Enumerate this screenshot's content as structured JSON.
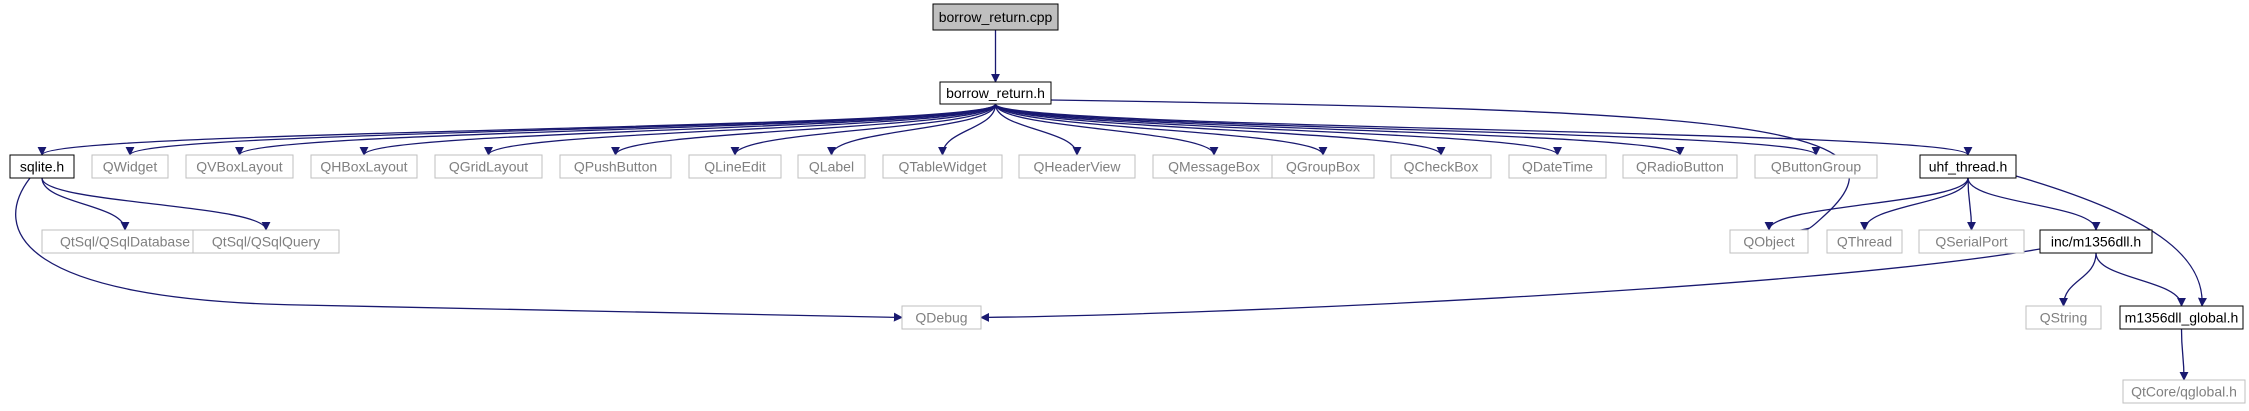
{
  "colors": {
    "edge": "#191970",
    "root_fill": "#bfbfbf",
    "root_border": "#000000",
    "documented_border": "#000000",
    "external_border": "#bfbfbf",
    "documented_text": "#000000",
    "external_text": "#808080"
  },
  "nodes": {
    "borrow_return_cpp": {
      "label": "borrow_return.cpp",
      "kind": "root"
    },
    "borrow_return_h": {
      "label": "borrow_return.h",
      "kind": "documented"
    },
    "sqlite_h": {
      "label": "sqlite.h",
      "kind": "documented"
    },
    "qwidget": {
      "label": "QWidget",
      "kind": "external"
    },
    "qvboxlayout": {
      "label": "QVBoxLayout",
      "kind": "external"
    },
    "qhboxlayout": {
      "label": "QHBoxLayout",
      "kind": "external"
    },
    "qgridlayout": {
      "label": "QGridLayout",
      "kind": "external"
    },
    "qpushbutton": {
      "label": "QPushButton",
      "kind": "external"
    },
    "qlineedit": {
      "label": "QLineEdit",
      "kind": "external"
    },
    "qlabel": {
      "label": "QLabel",
      "kind": "external"
    },
    "qtablewidget": {
      "label": "QTableWidget",
      "kind": "external"
    },
    "qheaderview": {
      "label": "QHeaderView",
      "kind": "external"
    },
    "qmessagebox": {
      "label": "QMessageBox",
      "kind": "external"
    },
    "qgroupbox": {
      "label": "QGroupBox",
      "kind": "external"
    },
    "qcheckbox": {
      "label": "QCheckBox",
      "kind": "external"
    },
    "qdatetime": {
      "label": "QDateTime",
      "kind": "external"
    },
    "qradiobutton": {
      "label": "QRadioButton",
      "kind": "external"
    },
    "qbuttongroup": {
      "label": "QButtonGroup",
      "kind": "external"
    },
    "uhf_thread_h": {
      "label": "uhf_thread.h",
      "kind": "documented"
    },
    "qtsql_qsqldatabase": {
      "label": "QtSql/QSqlDatabase",
      "kind": "external"
    },
    "qtsql_qsqlquery": {
      "label": "QtSql/QSqlQuery",
      "kind": "external"
    },
    "qobject": {
      "label": "QObject",
      "kind": "external"
    },
    "qthread": {
      "label": "QThread",
      "kind": "external"
    },
    "qserialport": {
      "label": "QSerialPort",
      "kind": "external"
    },
    "inc_m1356dll_h": {
      "label": "inc/m1356dll.h",
      "kind": "documented"
    },
    "qdebug": {
      "label": "QDebug",
      "kind": "external"
    },
    "qstring": {
      "label": "QString",
      "kind": "external"
    },
    "m1356dll_global_h": {
      "label": "m1356dll_global.h",
      "kind": "documented"
    },
    "qtcore_qglobal_h": {
      "label": "QtCore/qglobal.h",
      "kind": "external"
    }
  },
  "edges": [
    [
      "borrow_return_cpp",
      "borrow_return_h"
    ],
    [
      "borrow_return_h",
      "sqlite_h"
    ],
    [
      "borrow_return_h",
      "qwidget"
    ],
    [
      "borrow_return_h",
      "qvboxlayout"
    ],
    [
      "borrow_return_h",
      "qhboxlayout"
    ],
    [
      "borrow_return_h",
      "qgridlayout"
    ],
    [
      "borrow_return_h",
      "qpushbutton"
    ],
    [
      "borrow_return_h",
      "qlineedit"
    ],
    [
      "borrow_return_h",
      "qlabel"
    ],
    [
      "borrow_return_h",
      "qtablewidget"
    ],
    [
      "borrow_return_h",
      "qheaderview"
    ],
    [
      "borrow_return_h",
      "qmessagebox"
    ],
    [
      "borrow_return_h",
      "qgroupbox"
    ],
    [
      "borrow_return_h",
      "qcheckbox"
    ],
    [
      "borrow_return_h",
      "qdatetime"
    ],
    [
      "borrow_return_h",
      "qradiobutton"
    ],
    [
      "borrow_return_h",
      "qbuttongroup"
    ],
    [
      "borrow_return_h",
      "uhf_thread_h"
    ],
    [
      "borrow_return_h",
      "qobject"
    ],
    [
      "sqlite_h",
      "qtsql_qsqldatabase"
    ],
    [
      "sqlite_h",
      "qtsql_qsqlquery"
    ],
    [
      "sqlite_h",
      "qdebug"
    ],
    [
      "uhf_thread_h",
      "qobject"
    ],
    [
      "uhf_thread_h",
      "qthread"
    ],
    [
      "uhf_thread_h",
      "qserialport"
    ],
    [
      "uhf_thread_h",
      "inc_m1356dll_h"
    ],
    [
      "uhf_thread_h",
      "m1356dll_global_h"
    ],
    [
      "inc_m1356dll_h",
      "qdebug"
    ],
    [
      "inc_m1356dll_h",
      "qstring"
    ],
    [
      "inc_m1356dll_h",
      "m1356dll_global_h"
    ],
    [
      "m1356dll_global_h",
      "qtcore_qglobal_h"
    ]
  ]
}
